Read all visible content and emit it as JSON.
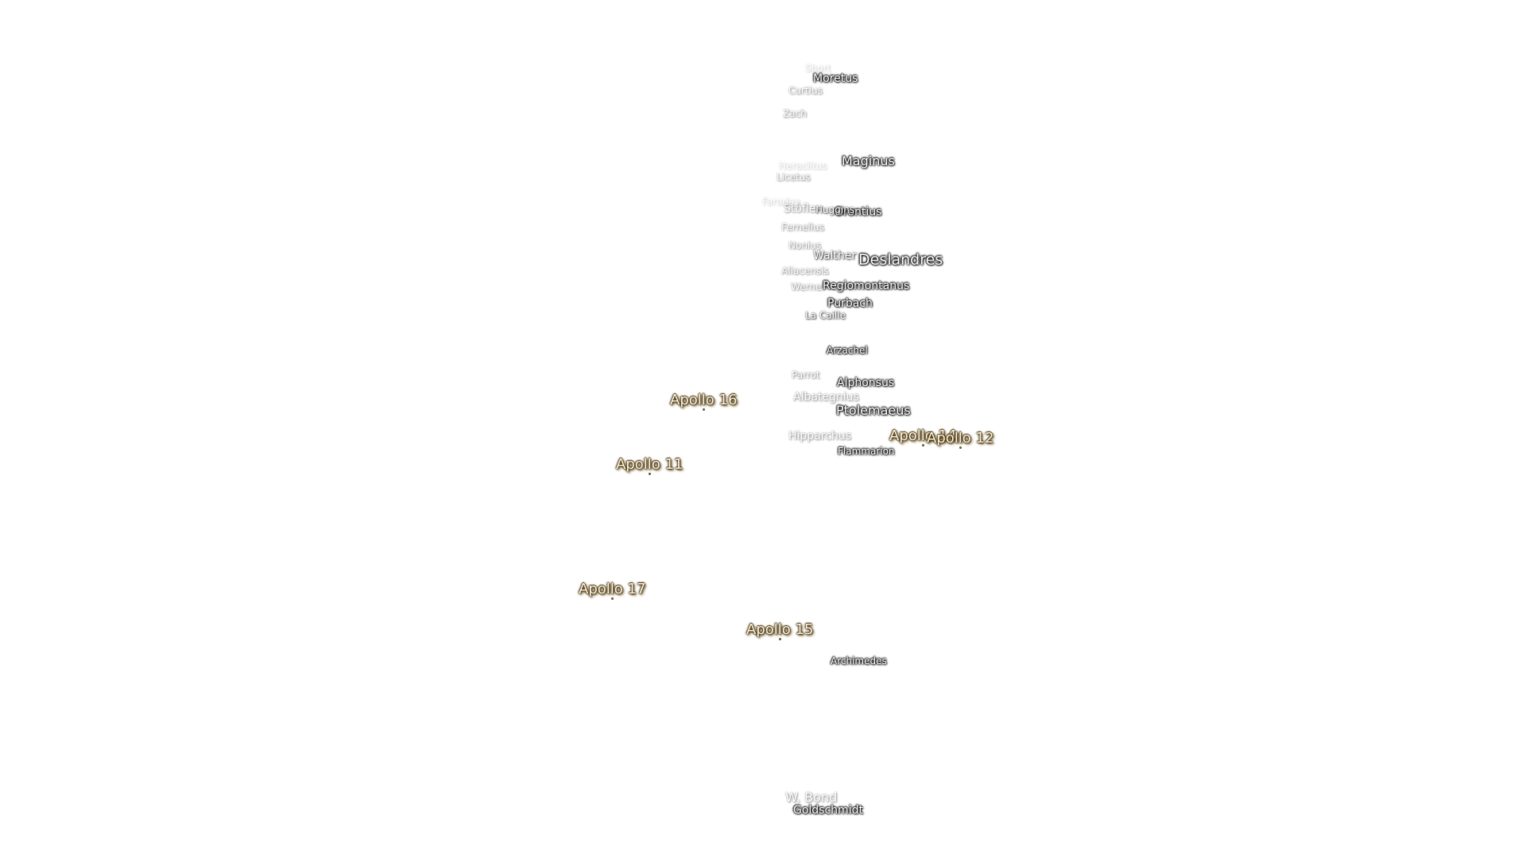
{
  "craters": [
    {
      "name": "Moretus",
      "size": "m",
      "op": 1
    },
    {
      "name": "Curtius",
      "size": "s",
      "op": 3
    },
    {
      "name": "Short",
      "size": "s",
      "op": 4
    },
    {
      "name": "Zach",
      "size": "s",
      "op": 3
    },
    {
      "name": "Maginus",
      "size": "l",
      "op": 1
    },
    {
      "name": "Heraclitus",
      "size": "s",
      "op": 4
    },
    {
      "name": "Licetus",
      "size": "s",
      "op": 3
    },
    {
      "name": "Orontius",
      "size": "m",
      "op": 1
    },
    {
      "name": "Huggins",
      "size": "s",
      "op": 2
    },
    {
      "name": "Stöfler",
      "size": "m",
      "op": 3
    },
    {
      "name": "Faraday",
      "size": "s",
      "op": 4
    },
    {
      "name": "Fernelius",
      "size": "s",
      "op": 3
    },
    {
      "name": "Nonius",
      "size": "s",
      "op": 3
    },
    {
      "name": "Walther",
      "size": "m",
      "op": 2
    },
    {
      "name": "Deslandres",
      "size": "xl",
      "op": 1
    },
    {
      "name": "Aliacensis",
      "size": "s",
      "op": 3
    },
    {
      "name": "Werner",
      "size": "s",
      "op": 3
    },
    {
      "name": "Regiomontanus",
      "size": "m",
      "op": 1
    },
    {
      "name": "Purbach",
      "size": "m",
      "op": 1
    },
    {
      "name": "La Caille",
      "size": "s",
      "op": 2
    },
    {
      "name": "Arzachel",
      "size": "s",
      "op": 1
    },
    {
      "name": "Parrot",
      "size": "s",
      "op": 3
    },
    {
      "name": "Alphonsus",
      "size": "m",
      "op": 1
    },
    {
      "name": "Albategnius",
      "size": "m",
      "op": 3
    },
    {
      "name": "Ptolemaeus",
      "size": "l",
      "op": 1
    },
    {
      "name": "Hipparchus",
      "size": "m",
      "op": 3
    },
    {
      "name": "Flammarion",
      "size": "s",
      "op": 1
    },
    {
      "name": "Archimedes",
      "size": "s",
      "op": 1
    },
    {
      "name": "W. Bond",
      "size": "l",
      "op": 3
    },
    {
      "name": "Goldschmidt",
      "size": "m",
      "op": 1
    }
  ],
  "missions": [
    {
      "name": "Apollo 16"
    },
    {
      "name": "Apollo 11"
    },
    {
      "name": "Apollo 14"
    },
    {
      "name": "Apollo 12"
    },
    {
      "name": "Apollo 17"
    },
    {
      "name": "Apollo 15"
    }
  ]
}
